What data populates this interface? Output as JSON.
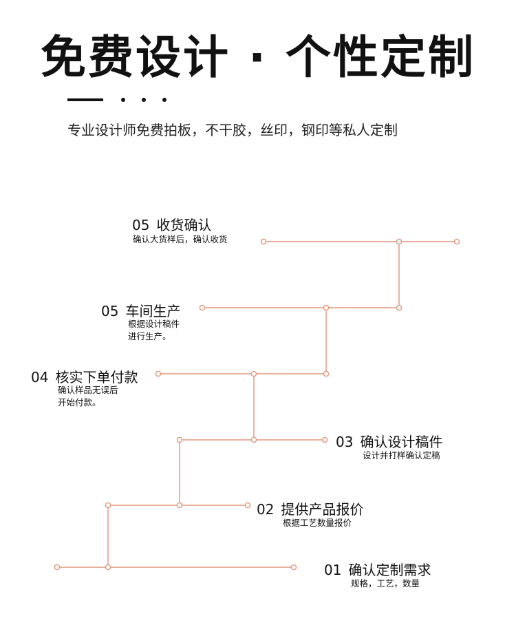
{
  "header": {
    "title": "免费设计 · 个性定制",
    "subtitle": "专业设计师免费拍板，不干胶，丝印，钢印等私人定制"
  },
  "steps": [
    {
      "num": "05",
      "name": "收货确认",
      "desc": "确认大货样后，确认收货"
    },
    {
      "num": "05",
      "name": "车间生产",
      "desc": "根据设计稿件\n进行生产。"
    },
    {
      "num": "04",
      "name": "核实下单付款",
      "desc": "确认样品无误后\n开始付款。"
    },
    {
      "num": "03",
      "name": "确认设计稿件",
      "desc": "设计并打样确认定稿"
    },
    {
      "num": "02",
      "name": "提供产品报价",
      "desc": "根据工艺数量报价"
    },
    {
      "num": "01",
      "name": "确认定制需求",
      "desc": "规格，工艺，数量"
    }
  ],
  "colors": {
    "line": "#e2957a",
    "text": "#111111"
  }
}
